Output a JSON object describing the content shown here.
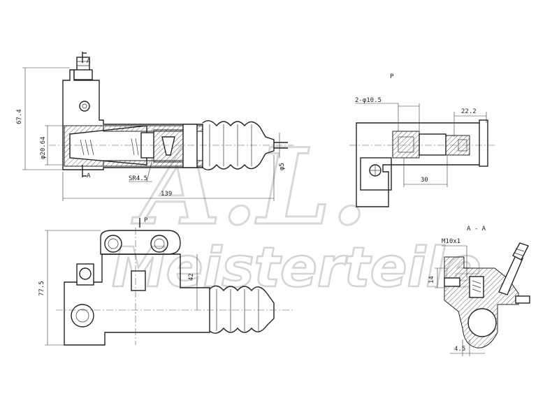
{
  "watermark": {
    "logo_text": "A.L.",
    "brand_text": "Meisterteile"
  },
  "views": {
    "side": {
      "section_mark_top": "A",
      "section_mark_bottom": "A",
      "dim_height": "67.4",
      "dim_bore": "φ20.64",
      "dim_radius": "SR4.5",
      "dim_rod": "φ5",
      "dim_length": "139"
    },
    "port": {
      "view_label": "P",
      "dim_holes": "2-φ10.5",
      "dim_depth": "22.2",
      "dim_offset": "30"
    },
    "top": {
      "view_label": "P",
      "dim_height": "77.5",
      "dim_center": "42"
    },
    "section": {
      "title": "A - A",
      "dim_thread": "M10x1",
      "dim_height": "14",
      "dim_width": "4.5"
    }
  }
}
